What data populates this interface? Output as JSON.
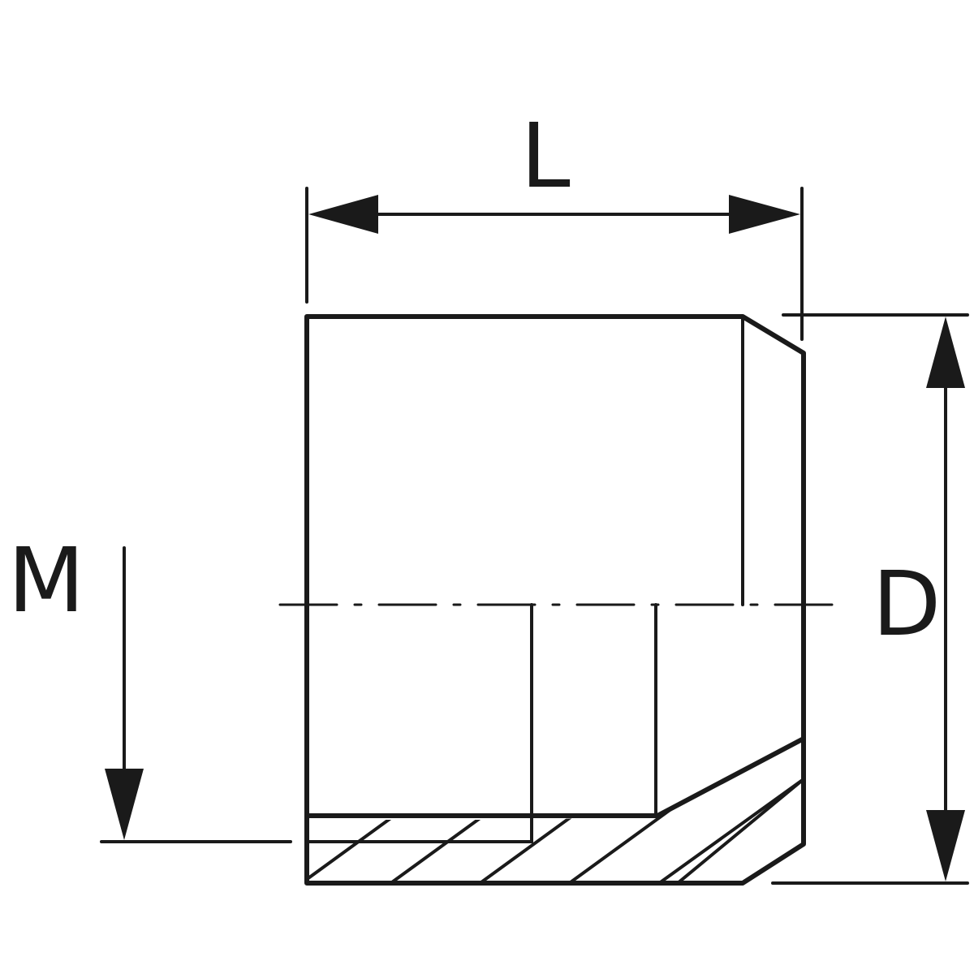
{
  "diagram": {
    "labels": {
      "length": "L",
      "diameter": "D",
      "thread": "M"
    },
    "colors": {
      "line": "#1a1a1a",
      "background": "#ffffff"
    }
  }
}
